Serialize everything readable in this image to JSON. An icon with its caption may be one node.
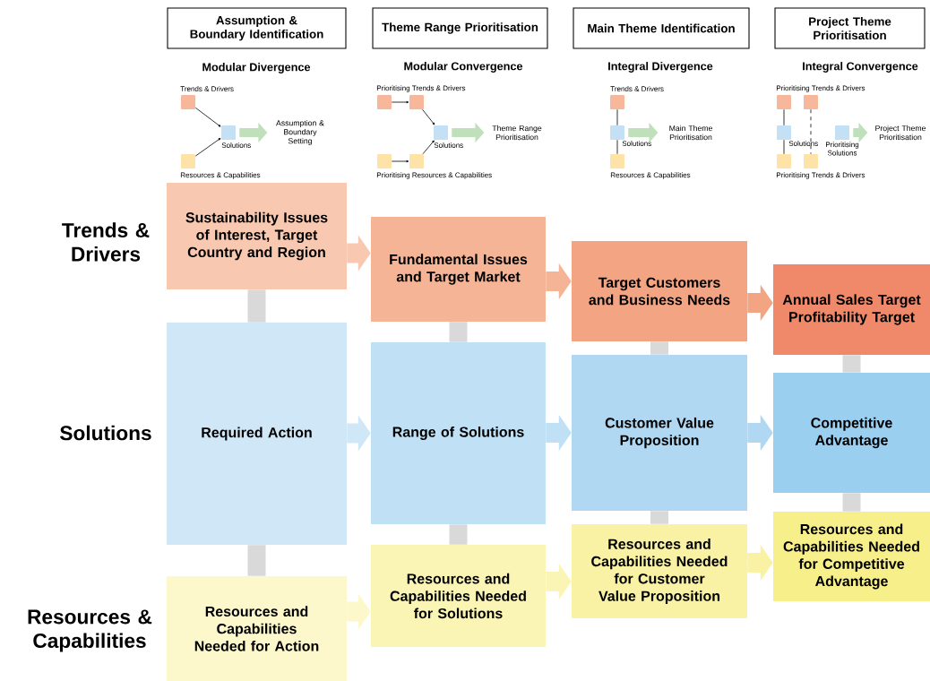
{
  "diagram": {
    "nodes": [
      {
        "text": [
          "Assumption & Boundary Identification"
        ]
      },
      {
        "text": [
          "Theme Range Prioritisation"
        ]
      },
      {
        "text": [
          "Main Theme Identification"
        ]
      },
      {
        "text": [
          "Project Theme Prioritisation"
        ]
      },
      {
        "text": [
          "Trends & Drivers"
        ]
      },
      {
        "text": [
          "Solutions"
        ]
      },
      {
        "text": [
          "Resources & Capabilities"
        ]
      },
      {
        "text": [
          "Assumption & Boundary Setting"
        ]
      },
      {
        "text": [
          "Prioritising Trends & Drivers"
        ]
      },
      {
        "text": [],
        "shape": "box"
      },
      {
        "text": [
          "Solutions"
        ]
      },
      {
        "text": [
          "Prioritising Resources & Capabilities"
        ]
      },
      {
        "text": [],
        "shape": "box"
      },
      {
        "text": [
          "Theme Range Prioritisation"
        ]
      },
      {
        "text": [
          "Trends & Drivers"
        ]
      },
      {
        "text": [
          "Solutions"
        ]
      },
      {
        "text": [
          "Resources & Capabilities"
        ]
      },
      {
        "text": [
          "Main Theme Prioritisation"
        ]
      },
      {
        "text": [
          "Prioritising Trends & Drivers"
        ]
      },
      {
        "text": [],
        "shape": "box"
      },
      {
        "text": [
          "Solutions"
        ]
      },
      {
        "text": [
          "Prioritising Trends & Drivers"
        ]
      },
      {
        "text": [],
        "shape": "box"
      },
      {
        "text": [
          "Prioritising Solutions"
        ]
      },
      {
        "text": [
          "Project Theme Prioritisation"
        ]
      },
      {
        "text": [
          "Sustainability Issues of Interest, Target Country and Region"
        ]
      },
      {
        "text": [
          "Required Action"
        ]
      },
      {
        "text": [
          "Resources and Capabilities Needed for Action"
        ]
      },
      {
        "text": [
          "Fundamental Issues and Target Market"
        ]
      },
      {
        "text": [
          "Range of Solutions"
        ]
      },
      {
        "text": [
          "Resources and Capabilities Needed for Solutions"
        ]
      },
      {
        "text": [
          "Target Customers and Business Needs"
        ]
      },
      {
        "text": [
          "Customer Value Proposition"
        ]
      },
      {
        "text": [
          "Resources and Capabilities Needed for Customer Value Proposition"
        ]
      },
      {
        "text": [
          "Annual Sales Target Profitability Target"
        ]
      },
      {
        "text": [
          "Competitive Advantage"
        ]
      },
      {
        "text": [
          "Resources and Capabilities Needed for Competitive Advantage"
        ]
      }
    ],
    "edges": [
      {
        "from": 4,
        "to": 5,
        "arrow": "to"
      },
      {
        "from": 6,
        "to": 5,
        "arrow": "to"
      },
      {
        "from": 5,
        "to": 7,
        "arrow": "to",
        "color": "#bfe0bb"
      },
      {
        "from": 8,
        "to": 9,
        "arrow": "to"
      },
      {
        "from": 9,
        "to": 10,
        "arrow": "to"
      },
      {
        "from": 11,
        "to": 12,
        "arrow": "to"
      },
      {
        "from": 12,
        "to": 10,
        "arrow": "to"
      },
      {
        "from": 10,
        "to": 13,
        "arrow": "to",
        "color": "#bfe0bb"
      },
      {
        "from": 14,
        "to": 15,
        "arrow": "none"
      },
      {
        "from": 15,
        "to": 16,
        "arrow": "none"
      },
      {
        "from": 15,
        "to": 17,
        "arrow": "to",
        "color": "#bfe0bb"
      },
      {
        "from": 18,
        "to": 20,
        "arrow": "none"
      },
      {
        "from": 20,
        "to": 21,
        "arrow": "none"
      },
      {
        "from": 19,
        "to": 22,
        "arrow": "none",
        "style": "dashed"
      },
      {
        "from": 23,
        "to": 24,
        "arrow": "to",
        "color": "#bfe0bb"
      },
      {
        "from": 25,
        "to": 28,
        "arrow": "to",
        "color": "#f8c8b0"
      },
      {
        "from": 28,
        "to": 31,
        "arrow": "to",
        "color": "#f5b496"
      },
      {
        "from": 31,
        "to": 34,
        "arrow": "to",
        "color": "#f3a583"
      },
      {
        "from": 26,
        "to": 29,
        "arrow": "to",
        "color": "#d0e7f7"
      },
      {
        "from": 29,
        "to": 32,
        "arrow": "to",
        "color": "#c0e0f5"
      },
      {
        "from": 32,
        "to": 35,
        "arrow": "to",
        "color": "#b0d8f2"
      },
      {
        "from": 27,
        "to": 30,
        "arrow": "to",
        "color": "#fdf8cc"
      },
      {
        "from": 30,
        "to": 33,
        "arrow": "to",
        "color": "#fbf5b5"
      },
      {
        "from": 33,
        "to": 36,
        "arrow": "to",
        "color": "#f9f2a5"
      },
      {
        "from": 25,
        "to": 26,
        "arrow": "none",
        "color": "#d9d9d9"
      },
      {
        "from": 26,
        "to": 27,
        "arrow": "none",
        "color": "#d9d9d9"
      },
      {
        "from": 28,
        "to": 29,
        "arrow": "none",
        "color": "#d9d9d9"
      },
      {
        "from": 29,
        "to": 30,
        "arrow": "none",
        "color": "#d9d9d9"
      },
      {
        "from": 31,
        "to": 32,
        "arrow": "none",
        "color": "#d9d9d9"
      },
      {
        "from": 32,
        "to": 33,
        "arrow": "none",
        "color": "#d9d9d9"
      },
      {
        "from": 34,
        "to": 35,
        "arrow": "none",
        "color": "#d9d9d9"
      },
      {
        "from": 35,
        "to": 36,
        "arrow": "none",
        "color": "#d9d9d9"
      }
    ],
    "labels": [
      "Modular Divergence",
      "Modular Convergence",
      "Integral Divergence",
      "Integral Convergence",
      "Trends & Drivers",
      "Solutions",
      "Resources & Capabilities"
    ]
  }
}
